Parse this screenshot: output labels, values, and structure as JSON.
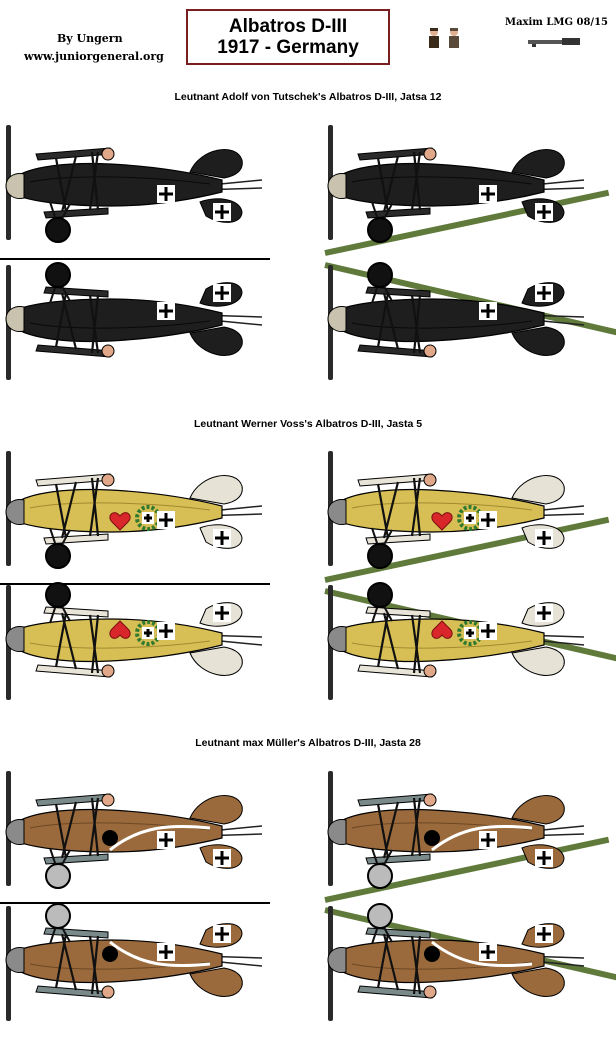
{
  "header": {
    "credit_line1": "By Ungern",
    "credit_line2": "www.juniorgeneral.org",
    "title_line1": "Albatros D-III",
    "title_line2": "1917 - Germany",
    "mg_label": "Maxim LMG 08/15"
  },
  "sections": [
    {
      "title": "Leutnant Adolf von Tutschek's Albatros D-III, Jatsa 12",
      "scheme": "black",
      "colors": {
        "body": "#1e1e1e",
        "dark": "#000000",
        "wing": "#2a2a2a",
        "tail": "#1e1e1e",
        "nose": "#c9c2ae"
      }
    },
    {
      "title": "Leutnant Werner Voss's Albatros D-III, Jasta 5",
      "scheme": "yellow",
      "colors": {
        "body": "#d8bf55",
        "dark": "#8a7420",
        "wing": "#e8e4d8",
        "tail": "#e6e2d6",
        "nose": "#8a8a8a"
      }
    },
    {
      "title": "Leutnant max Müller's Albatros D-III, Jasta 28",
      "scheme": "brown",
      "colors": {
        "body": "#9a6a3c",
        "dark": "#5a3a1a",
        "wing": "#7a8a8a",
        "tail": "#9a6a3c",
        "nose": "#8a8a8a"
      }
    }
  ],
  "colors": {
    "background": "#ffffff",
    "title_border": "#7a1f1f",
    "strut_green": "#5f7a3a",
    "cross": "#000000"
  }
}
